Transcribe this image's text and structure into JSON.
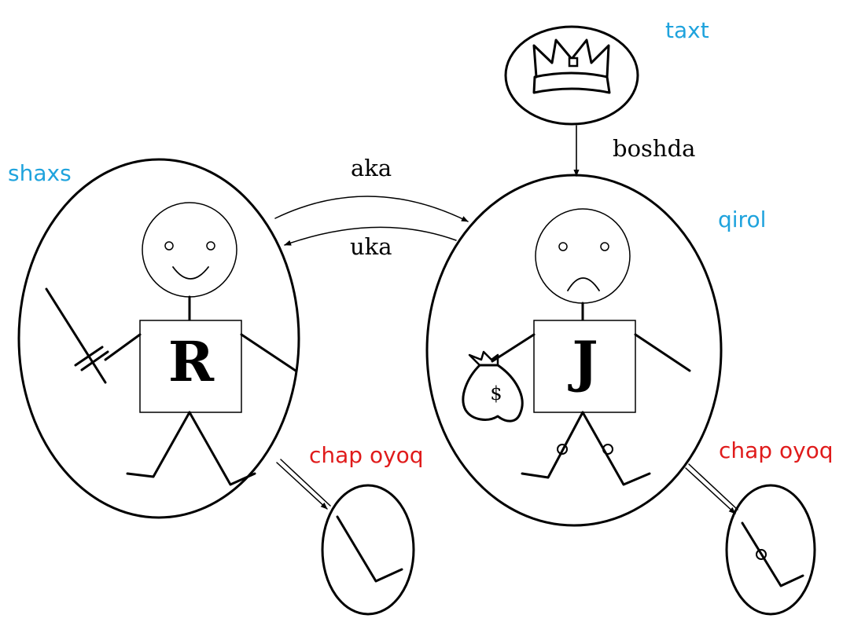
{
  "labels": {
    "person_class": "shaxs",
    "crown_class": "taxt",
    "king_class": "qirol",
    "left_leg_1": "chap oyoq",
    "left_leg_2": "chap oyoq"
  },
  "relations": {
    "brother_to_right": "aka",
    "brother_to_left": "uka",
    "on_head": "boshda"
  },
  "persons": {
    "left_letter": "R",
    "right_letter": "J",
    "bag_symbol": "$"
  },
  "colors": {
    "class_label": "#1fa3dd",
    "part_label": "#e01b1b",
    "ink": "#000000"
  }
}
